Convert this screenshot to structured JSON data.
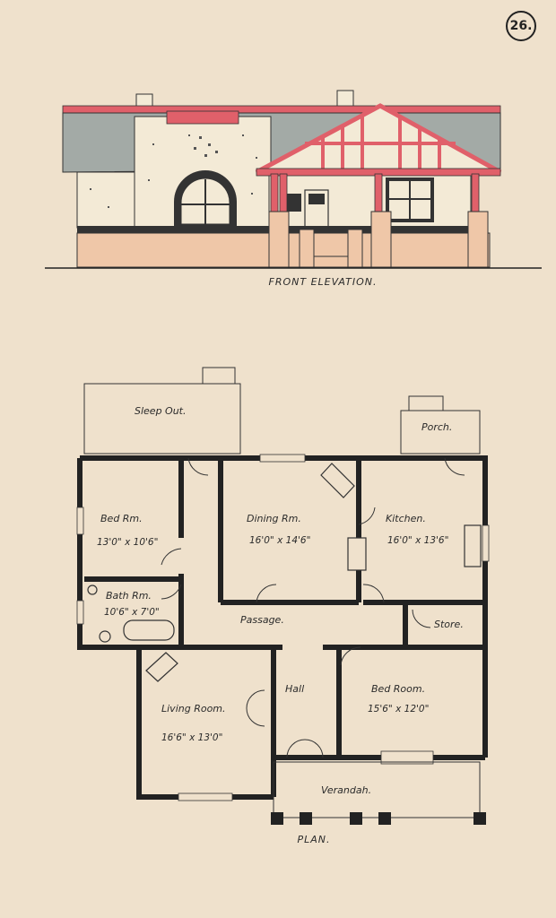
{
  "page_number": "26.",
  "elevation": {
    "caption": "FRONT ELEVATION."
  },
  "plan": {
    "caption": "PLAN.",
    "rooms": {
      "sleep_out": {
        "name": "Sleep Out."
      },
      "porch": {
        "name": "Porch."
      },
      "bed_rm": {
        "name": "Bed Rm.",
        "size": "13'0\" x 10'6\""
      },
      "dining_rm": {
        "name": "Dining Rm.",
        "size": "16'0\" x 14'6\""
      },
      "kitchen": {
        "name": "Kitchen.",
        "size": "16'0\" x 13'6\""
      },
      "bath_rm": {
        "name": "Bath Rm.",
        "size": "10'6\" x 7'0\""
      },
      "passage": {
        "name": "Passage."
      },
      "store": {
        "name": "Store."
      },
      "hall": {
        "name": "Hall"
      },
      "living_room": {
        "name": "Living Room.",
        "size": "16'6\" x 13'0\""
      },
      "bed_room": {
        "name": "Bed Room.",
        "size": "15'6\" x 12'0\""
      },
      "verandah": {
        "name": "Verandah."
      }
    }
  },
  "colors": {
    "paper": "#efe1cc",
    "roof": "#a3aaa6",
    "trim": "#e0606a",
    "render": "#f3ead6",
    "base": "#efc7a8",
    "wall": "#222222"
  }
}
